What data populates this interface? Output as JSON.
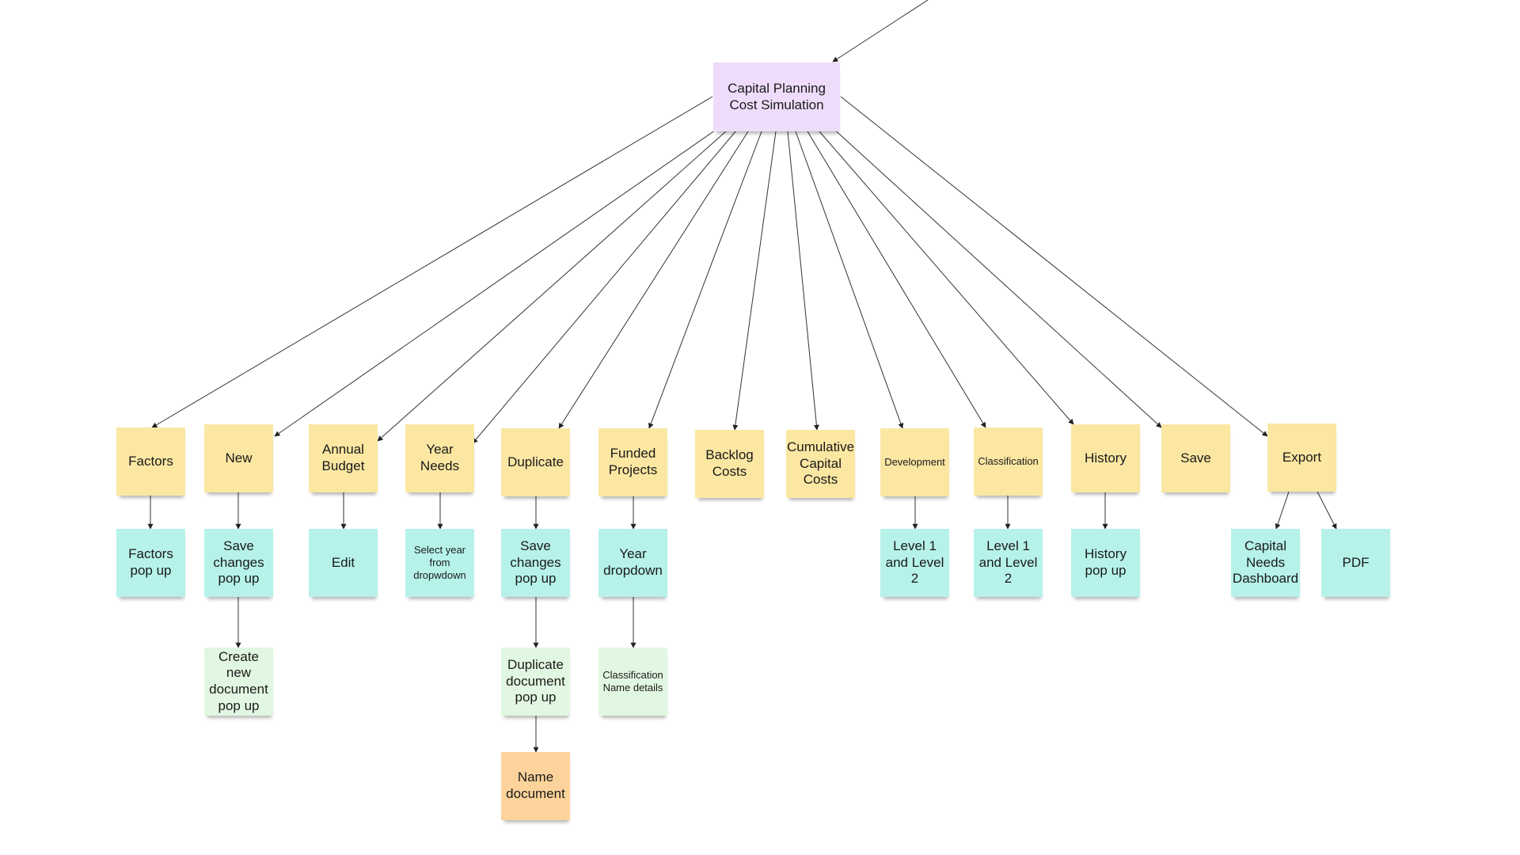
{
  "root": {
    "text": "Capital Planning\nCost Simulation",
    "color": "#eedcfa"
  },
  "branches": {
    "factors": "Factors",
    "new": "New",
    "annual_budget": "Annual\nBudget",
    "year_needs": "Year\nNeeds",
    "duplicate": "Duplicate",
    "funded_projects": "Funded\nProjects",
    "backlog_costs": "Backlog\nCosts",
    "cumulative_capital_costs": "Cumulative\nCapital\nCosts",
    "development": "Development",
    "classification": "Classification",
    "history": "History",
    "save": "Save",
    "export": "Export"
  },
  "children": {
    "factors_pop_up": "Factors\npop up",
    "save_changes_pop_up_new": "Save\nchanges\npop up",
    "create_new_document_pop_up": "Create\nnew\ndocument\npop up",
    "edit": "Edit",
    "select_year_from_dropdown": "Select year\nfrom\ndropwdown",
    "save_changes_pop_up_duplicate": "Save\nchanges\npop up",
    "duplicate_document_pop_up": "Duplicate\ndocument\npop up",
    "name_document": "Name\ndocument",
    "year_dropdown": "Year\ndropdown",
    "classification_name_details": "Classification\nName details",
    "level_1_and_level_2_development": "Level 1\nand Level\n2",
    "level_1_and_level_2_classification": "Level 1\nand Level\n2",
    "history_pop_up": "History\npop up",
    "capital_needs_dashboard": "Capital\nNeeds\nDashboard",
    "pdf": "PDF"
  },
  "colors": {
    "root": "#eedcfa",
    "branch": "#fbe7a2",
    "child": "#b6f2ea",
    "grandchild": "#e2f7e1",
    "great_grandchild": "#fcd39a",
    "connector": "#222222"
  }
}
